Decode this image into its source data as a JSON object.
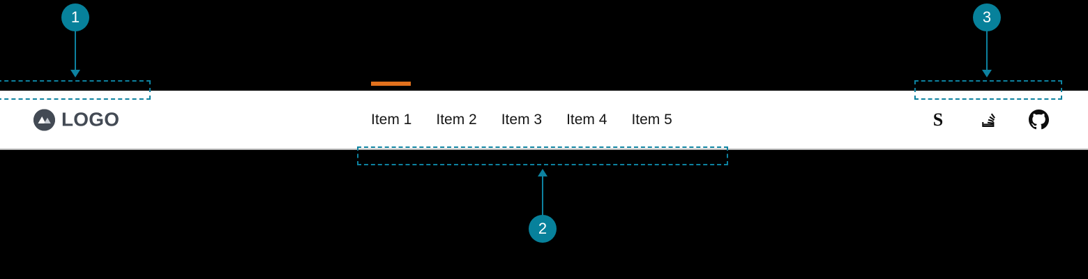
{
  "navbar": {
    "brand": {
      "logo_icon": "mountain-circle-icon",
      "text": "LOGO"
    },
    "menu_items": [
      {
        "label": "Item 1",
        "active": true
      },
      {
        "label": "Item 2",
        "active": false
      },
      {
        "label": "Item 3",
        "active": false
      },
      {
        "label": "Item 4",
        "active": false
      },
      {
        "label": "Item 5",
        "active": false
      }
    ],
    "active_indicator_color": "#e2711d",
    "social_links": [
      {
        "icon": "sass-icon",
        "glyph": "S"
      },
      {
        "icon": "stack-overflow-icon",
        "glyph": ""
      },
      {
        "icon": "github-icon",
        "glyph": ""
      }
    ],
    "background_color": "#ffffff",
    "border_color": "#b9b9b9",
    "text_color": "#161616"
  },
  "annotations": {
    "accent_color": "#07819b",
    "markers": [
      {
        "number": "1",
        "target": "brand-region"
      },
      {
        "number": "2",
        "target": "menu-items-region"
      },
      {
        "number": "3",
        "target": "social-links-region"
      }
    ]
  }
}
